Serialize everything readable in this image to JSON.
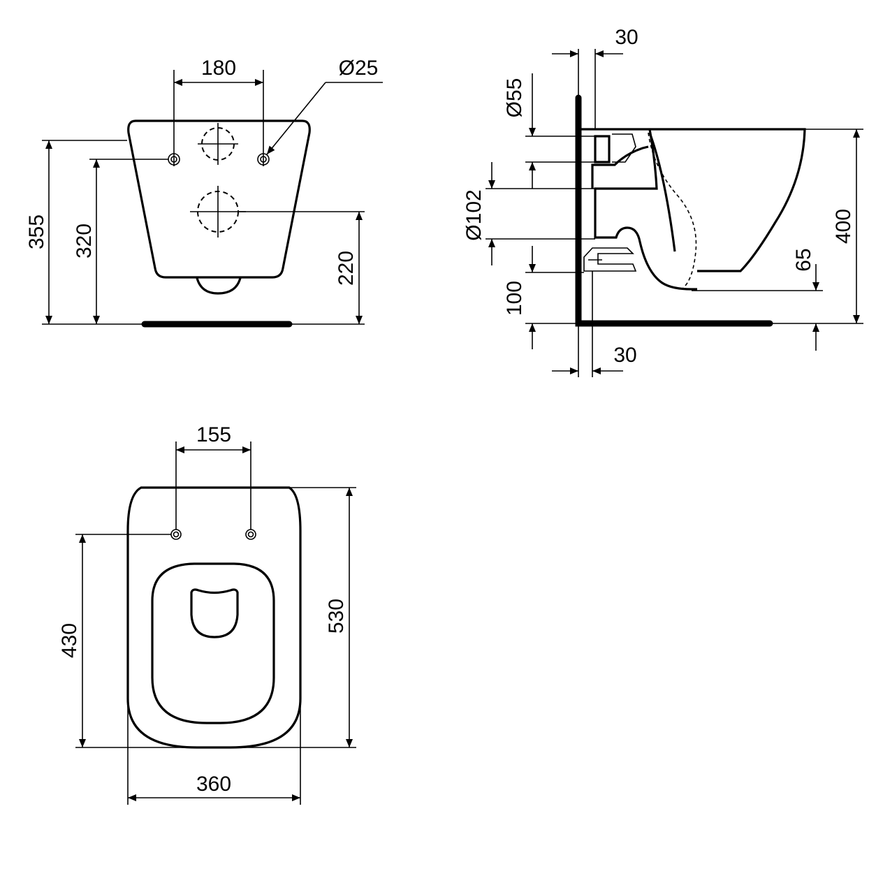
{
  "front_view": {
    "width_between_bolts": "180",
    "fixing_hole_diameter": "Ø25",
    "total_height": "355",
    "bolt_height": "320",
    "outlet_height": "220"
  },
  "side_view": {
    "wall_offset_top": "30",
    "inlet_diameter": "Ø55",
    "outlet_diameter": "Ø102",
    "outlet_floor_height": "100",
    "bowl_height": "400",
    "rim_clearance": "65",
    "wall_offset_bottom": "30"
  },
  "top_view": {
    "seat_bolt_spacing": "155",
    "bolt_to_front": "430",
    "total_depth": "530",
    "total_width": "360"
  }
}
